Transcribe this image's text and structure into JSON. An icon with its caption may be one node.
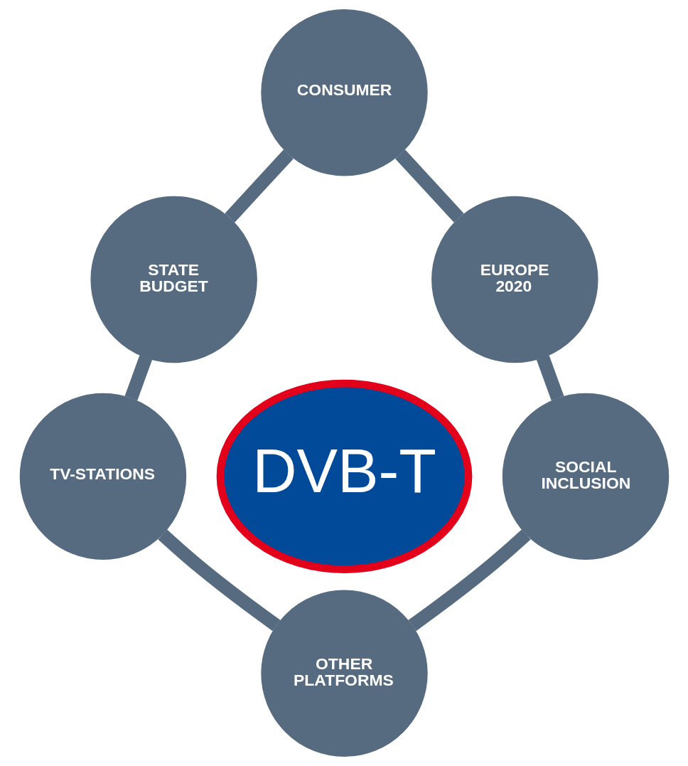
{
  "diagram": {
    "nodes": [
      {
        "text": [
          "CONSUMER"
        ]
      },
      {
        "text": [
          "STATE BUDGET"
        ]
      },
      {
        "text": [
          "EUROPE 2020"
        ]
      },
      {
        "text": [
          "DVB-T"
        ]
      },
      {
        "text": [
          "TV-STATIONS"
        ]
      },
      {
        "text": [
          "SOCIAL INCLUSION"
        ]
      },
      {
        "text": [
          "OTHER PLATFORMS"
        ]
      }
    ],
    "edges": [
      {
        "from": 0,
        "to": 1,
        "arrow": "none"
      },
      {
        "from": 0,
        "to": 2,
        "arrow": "none"
      },
      {
        "from": 1,
        "to": 4,
        "arrow": "none"
      },
      {
        "from": 2,
        "to": 5,
        "arrow": "none"
      },
      {
        "from": 4,
        "to": 6,
        "arrow": "none"
      },
      {
        "from": 5,
        "to": 6,
        "arrow": "none"
      }
    ]
  }
}
